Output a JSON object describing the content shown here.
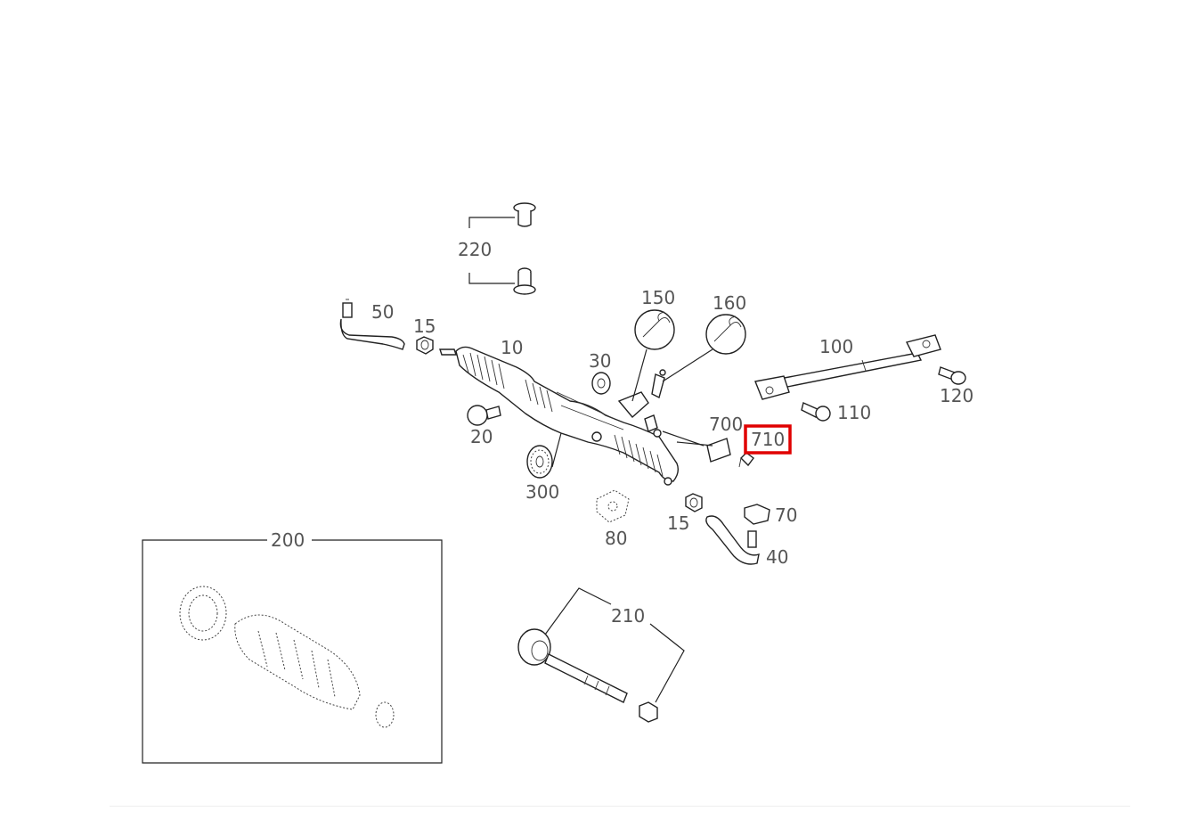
{
  "callouts": {
    "c220": "220",
    "c50": "50",
    "c15a": "15",
    "c10": "10",
    "c150": "150",
    "c160": "160",
    "c100": "100",
    "c30": "30",
    "c120": "120",
    "c110": "110",
    "c20": "20",
    "c700": "700",
    "c710": "710",
    "c300": "300",
    "c70": "70",
    "c15b": "15",
    "c80": "80",
    "c40": "40",
    "c200": "200",
    "c210": "210"
  },
  "highlight": {
    "callout": "710",
    "color": "#e00000"
  },
  "icons": {
    "wrench150": "wrench-icon",
    "wrench160": "wrench-icon"
  }
}
